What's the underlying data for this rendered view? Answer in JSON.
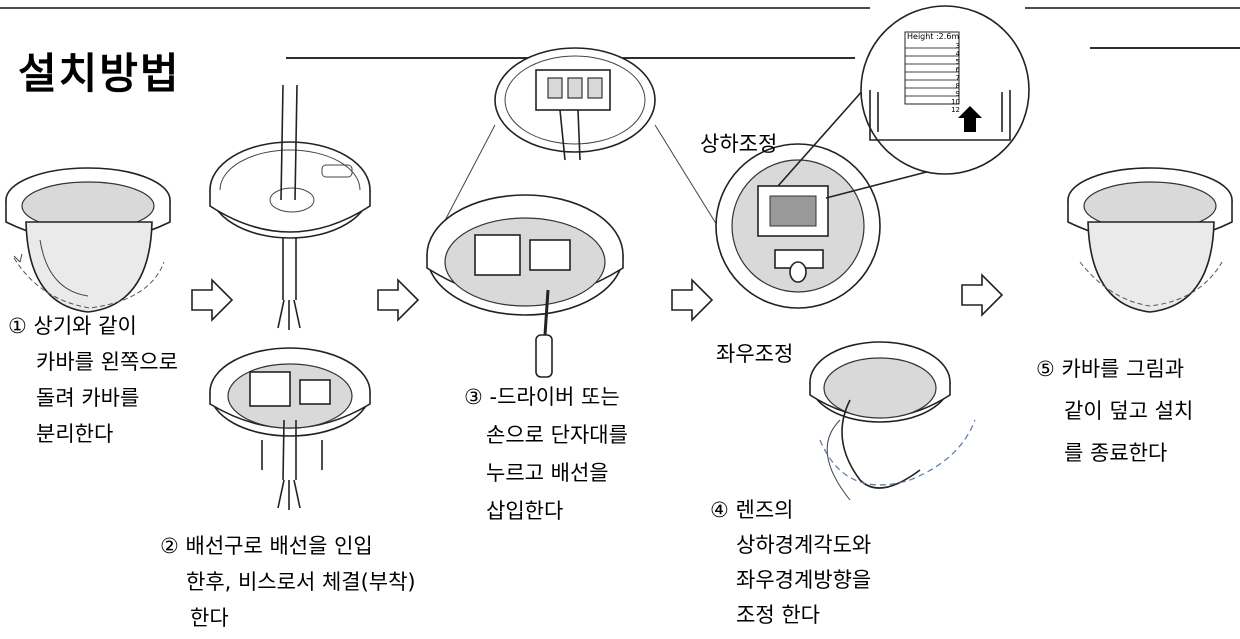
{
  "title": "설치방법",
  "steps": {
    "s1": [
      "① 상기와 같이",
      "카바를 왼쪽으로",
      "돌려 카바를",
      "분리한다"
    ],
    "s2": [
      "② 배선구로 배선을 인입",
      "한후, 비스로서 체결(부착)",
      "한다"
    ],
    "s3": [
      "③ -드라이버 또는",
      "손으로 단자대를",
      "누르고 배선을",
      "삽입한다"
    ],
    "s4": [
      "④ 렌즈의",
      "상하경계각도와",
      "좌우경계방향을",
      "조정 한다"
    ],
    "s5": [
      "⑤ 카바를 그림과",
      "같이 덮고 설치",
      "를 종료한다"
    ]
  },
  "labels": {
    "vertical_adjust": "상하조정",
    "horizontal_adjust": "좌우조정"
  },
  "zoom_inset": {
    "height_label": "Height :2.6m",
    "scale_numbers": [
      "3",
      "4",
      "5",
      "6",
      "7",
      "8",
      "9",
      "10",
      "12"
    ]
  },
  "colors": {
    "line": "#222222",
    "dash_arrow": "#5577aa"
  }
}
